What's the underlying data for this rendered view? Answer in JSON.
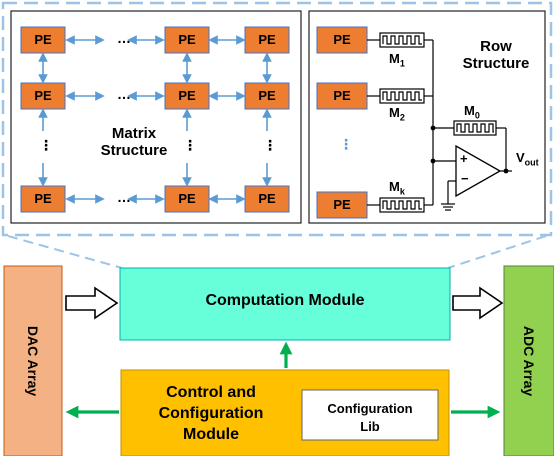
{
  "pe_label": "PE",
  "ellipsis_h": "…",
  "ellipsis_v": "⋮",
  "matrix": {
    "title_line1": "Matrix",
    "title_line2": "Structure"
  },
  "row": {
    "title_line1": "Row",
    "title_line2": "Structure",
    "m1": "M",
    "m1_sub": "1",
    "m2": "M",
    "m2_sub": "2",
    "mk": "M",
    "mk_sub": "k",
    "m0": "M",
    "m0_sub": "0",
    "vout": "V",
    "vout_sub": "out",
    "plus": "+",
    "minus": "−"
  },
  "modules": {
    "computation": "Computation Module",
    "control_line1": "Control and",
    "control_line2": "Configuration",
    "control_line3": "Module",
    "config_lib_line1": "Configuration",
    "config_lib_line2": "Lib",
    "dac": "DAC Array",
    "adc": "ADC Array"
  },
  "colors": {
    "pe_fill": "#ED7D31",
    "arrow_blue": "#5B9BD5",
    "dashed_blue": "#9DC3E6",
    "computation_fill": "#66FFD9",
    "control_fill": "#FFC000",
    "dac_fill": "#F4B183",
    "adc_fill": "#92D050",
    "green_arrow": "#00B050"
  }
}
